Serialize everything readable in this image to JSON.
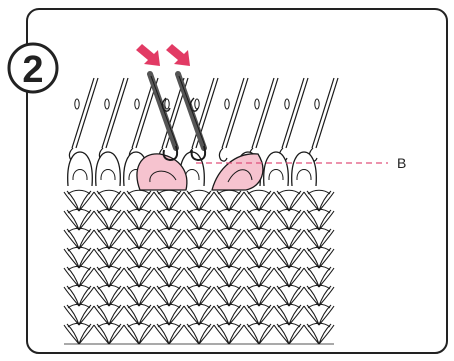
{
  "step": {
    "number": "2"
  },
  "callout": {
    "label": "B"
  },
  "colors": {
    "frame": "#222222",
    "ink": "#1a1a1a",
    "arrow": "#e23a64",
    "pink_fill": "#f6c3cf",
    "callout_line": "#e0507a",
    "needle_dark": "#555555",
    "background": "#ffffff"
  },
  "diagram": {
    "stitch_rows": 8,
    "stitches_per_row": 9,
    "needle_count": 9,
    "highlighted_needles": 2,
    "arrows": 2
  }
}
